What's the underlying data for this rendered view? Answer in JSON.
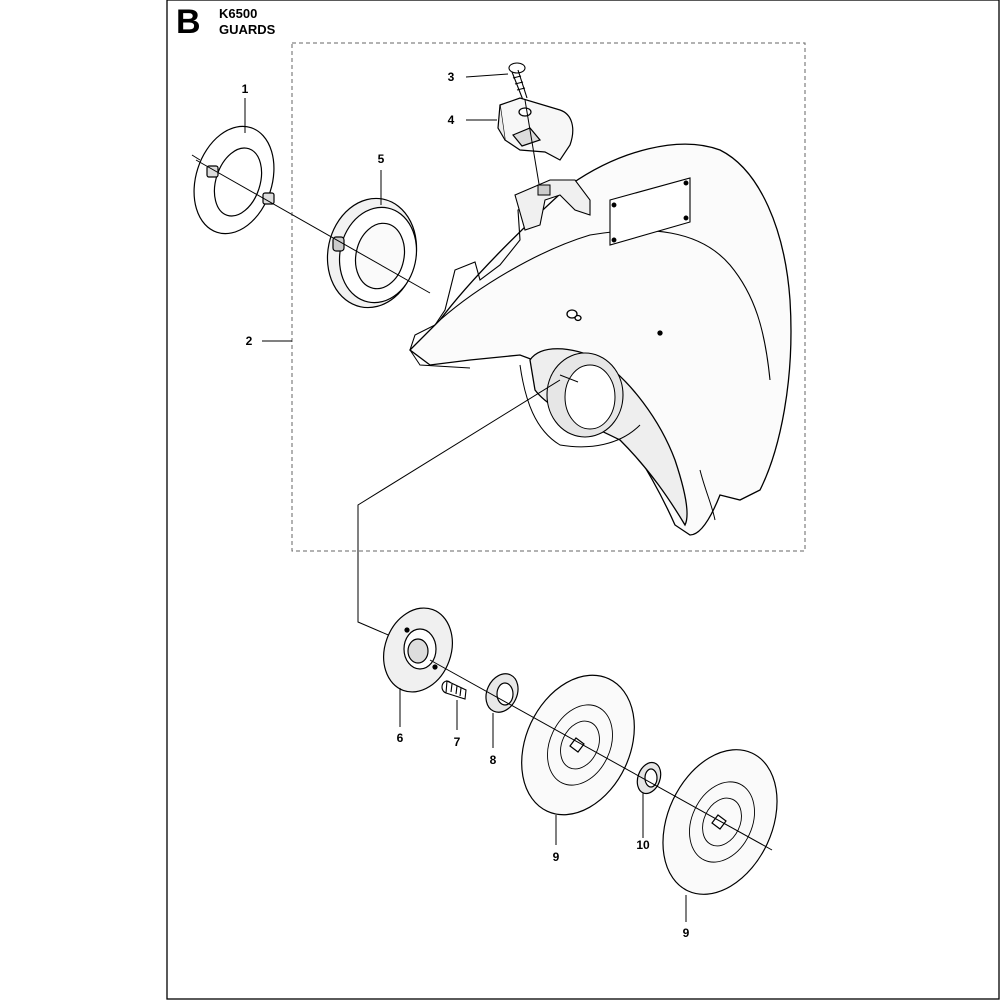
{
  "header": {
    "section": "B",
    "model": "K6500",
    "group": "GUARDS"
  },
  "callouts": {
    "c1": "1",
    "c2": "2",
    "c3": "3",
    "c4": "4",
    "c5": "5",
    "c6": "6",
    "c7": "7",
    "c8": "8",
    "c9a": "9",
    "c10": "10",
    "c9b": "9"
  }
}
